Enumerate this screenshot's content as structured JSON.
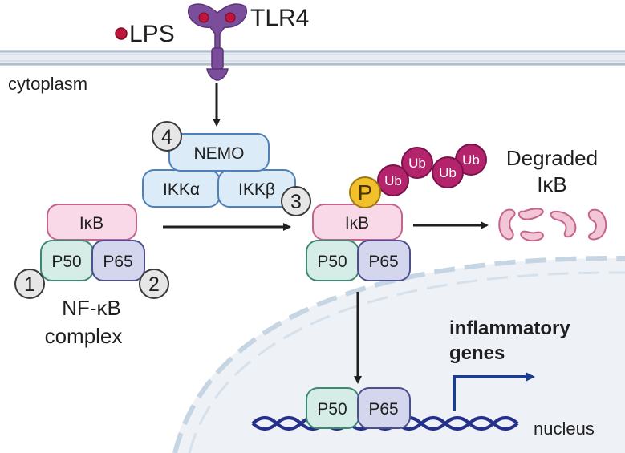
{
  "membrane": {
    "ligand_label": "LPS",
    "receptor_label": "TLR4",
    "compartment_label": "cytoplasm"
  },
  "kinase_complex": {
    "nemo_label": "NEMO",
    "ikka_label": "IKKα",
    "ikkb_label": "IKKβ",
    "step_nemo": "4",
    "step_ikk": "3"
  },
  "nfkb_complex": {
    "inhibitor_label": "IκB",
    "p50_label": "P50",
    "p65_label": "P65",
    "step_p50": "1",
    "step_p65": "2",
    "caption_line1": "NF-κB",
    "caption_line2": "complex"
  },
  "phosphorylated_complex": {
    "inhibitor_label": "IκB",
    "phospho_label": "P",
    "ubiquitin_labels": [
      "Ub",
      "Ub",
      "Ub",
      "Ub"
    ],
    "p50_label": "P50",
    "p65_label": "P65"
  },
  "degradation": {
    "line1": "Degraded",
    "line2": "IκB"
  },
  "nucleus": {
    "p50_label": "P50",
    "p65_label": "P65",
    "genes_line1": "inflammatory",
    "genes_line2": "genes",
    "compartment_label": "nucleus"
  },
  "colors": {
    "membrane": "#dfe6ee",
    "receptor": "#7a4e9b",
    "ligand": "#c0143c",
    "ikb_fill": "#f9d9e7",
    "ikb_stroke": "#c4648c",
    "p50_fill": "#d5ede6",
    "p50_stroke": "#3c8a72",
    "p65_fill": "#d3d6ec",
    "p65_stroke": "#4b4f8f",
    "ikk_fill": "#dcebf8",
    "ikk_stroke": "#4f80b8",
    "phospho": "#f2c02d",
    "ubiquitin": "#b3246d",
    "degraded": "#f3c6d6",
    "dna": "#23318c",
    "gene_arrow": "#1f3c8a",
    "nuclear_envelope": "#c6d5e3"
  }
}
